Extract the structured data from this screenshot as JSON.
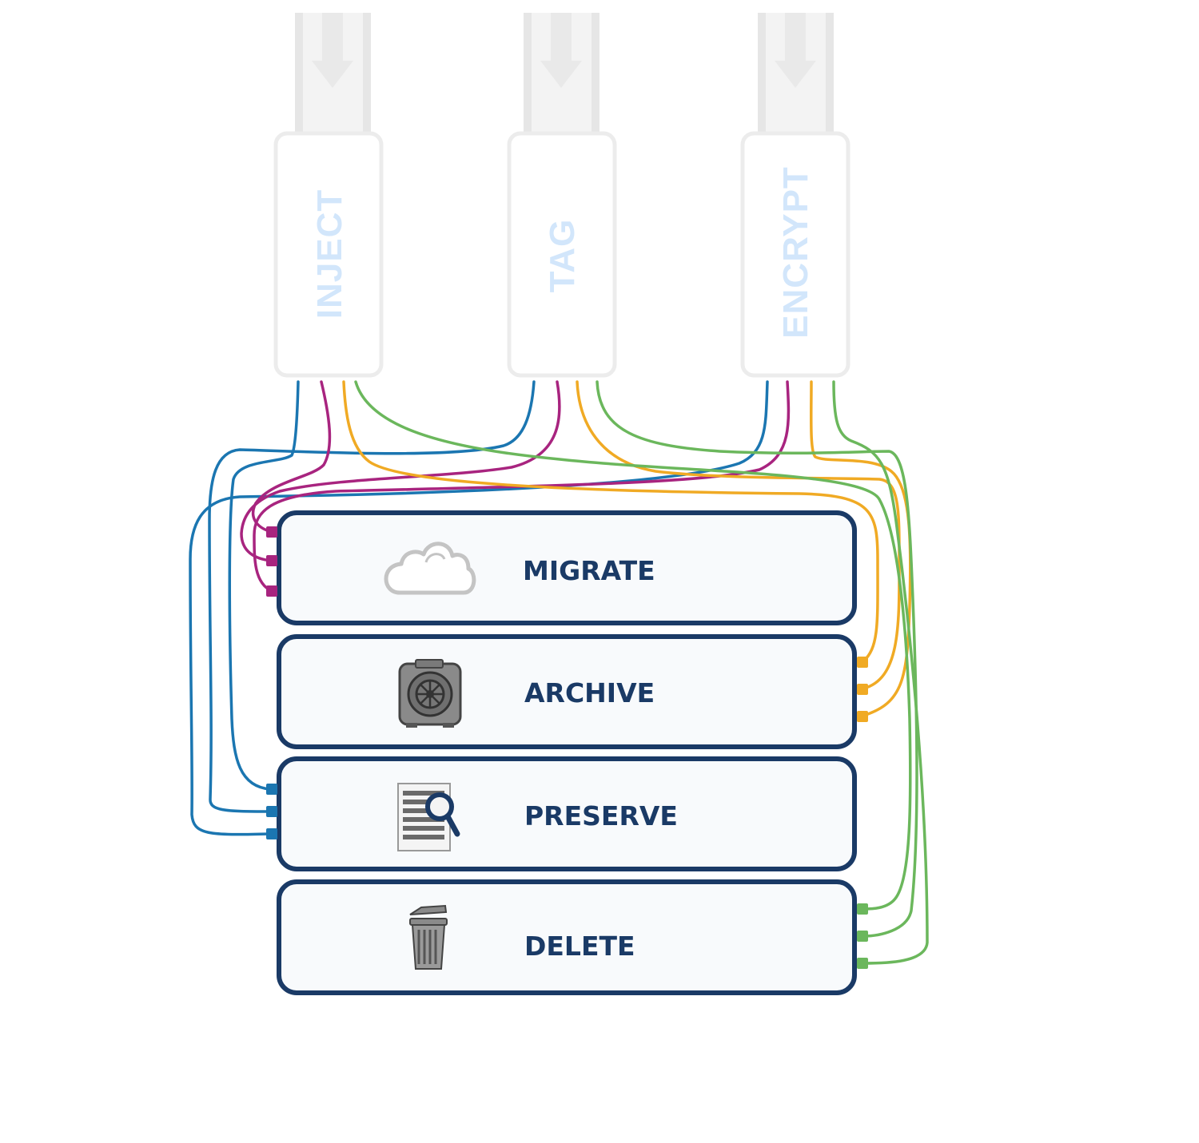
{
  "colors": {
    "navy": "#1a3a66",
    "box_fill": "#f8fafc",
    "plug_text": "#d2e6fb",
    "plug_border": "#ececec",
    "blue": "#1b76b1",
    "magenta": "#a8247f",
    "orange": "#f0aa24",
    "green": "#6bb75c",
    "icon_gray": "#888888"
  },
  "sources": [
    {
      "label": "INJECT"
    },
    {
      "label": "TAG"
    },
    {
      "label": "ENCRYPT"
    }
  ],
  "actions": [
    {
      "label": "MIGRATE",
      "icon": "cloud-icon",
      "wire_color": "magenta"
    },
    {
      "label": "ARCHIVE",
      "icon": "vault-icon",
      "wire_color": "orange"
    },
    {
      "label": "PRESERVE",
      "icon": "document-search-icon",
      "wire_color": "blue"
    },
    {
      "label": "DELETE",
      "icon": "trash-icon",
      "wire_color": "green"
    }
  ]
}
